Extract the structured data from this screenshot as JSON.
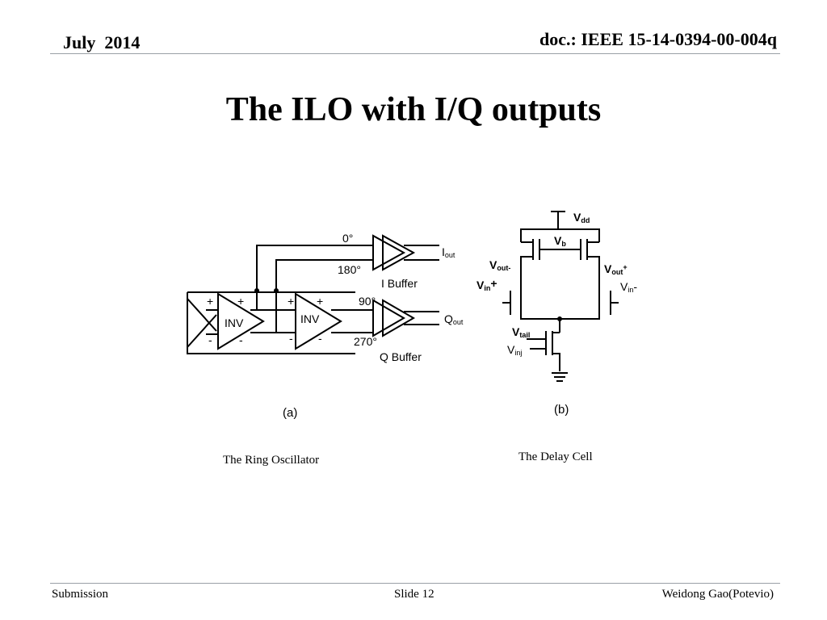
{
  "header": {
    "date": "July  2014",
    "doc": "doc.: IEEE 15-14-0394-00-004q"
  },
  "slide_title": "The ILO with I/Q outputs",
  "figure_a": {
    "label": "(a)",
    "phase_0": "0°",
    "phase_180": "180°",
    "phase_90": "90°",
    "phase_270": "270°",
    "inv_label": "INV",
    "i_buffer": "I Buffer",
    "q_buffer": "Q Buffer",
    "i_out": "I",
    "i_out_sub": "out",
    "q_out": "Q",
    "q_out_sub": "out",
    "plus": "+",
    "minus": "-"
  },
  "figure_b": {
    "label": "(b)",
    "vdd": "V",
    "vdd_sub": "dd",
    "vb": "V",
    "vb_sub": "b",
    "vout_minus": "V",
    "vout_minus_sub": "out-",
    "vout_plus": "V",
    "vout_plus_sub": "out",
    "vout_plus_mark": "+",
    "vin_plus": "V",
    "vin_plus_sub": "in",
    "vin_plus_mark": "+",
    "vin_minus": "V",
    "vin_minus_sub": "in",
    "vin_minus_mark": "-",
    "vtail": "V",
    "vtail_sub": "tail",
    "vinj": "V",
    "vinj_sub": "inj"
  },
  "captions": {
    "ring": "The Ring Oscillator",
    "delay": "The Delay Cell"
  },
  "footer": {
    "left": "Submission",
    "center": "Slide 12",
    "right": "Weidong Gao(Potevio)"
  }
}
